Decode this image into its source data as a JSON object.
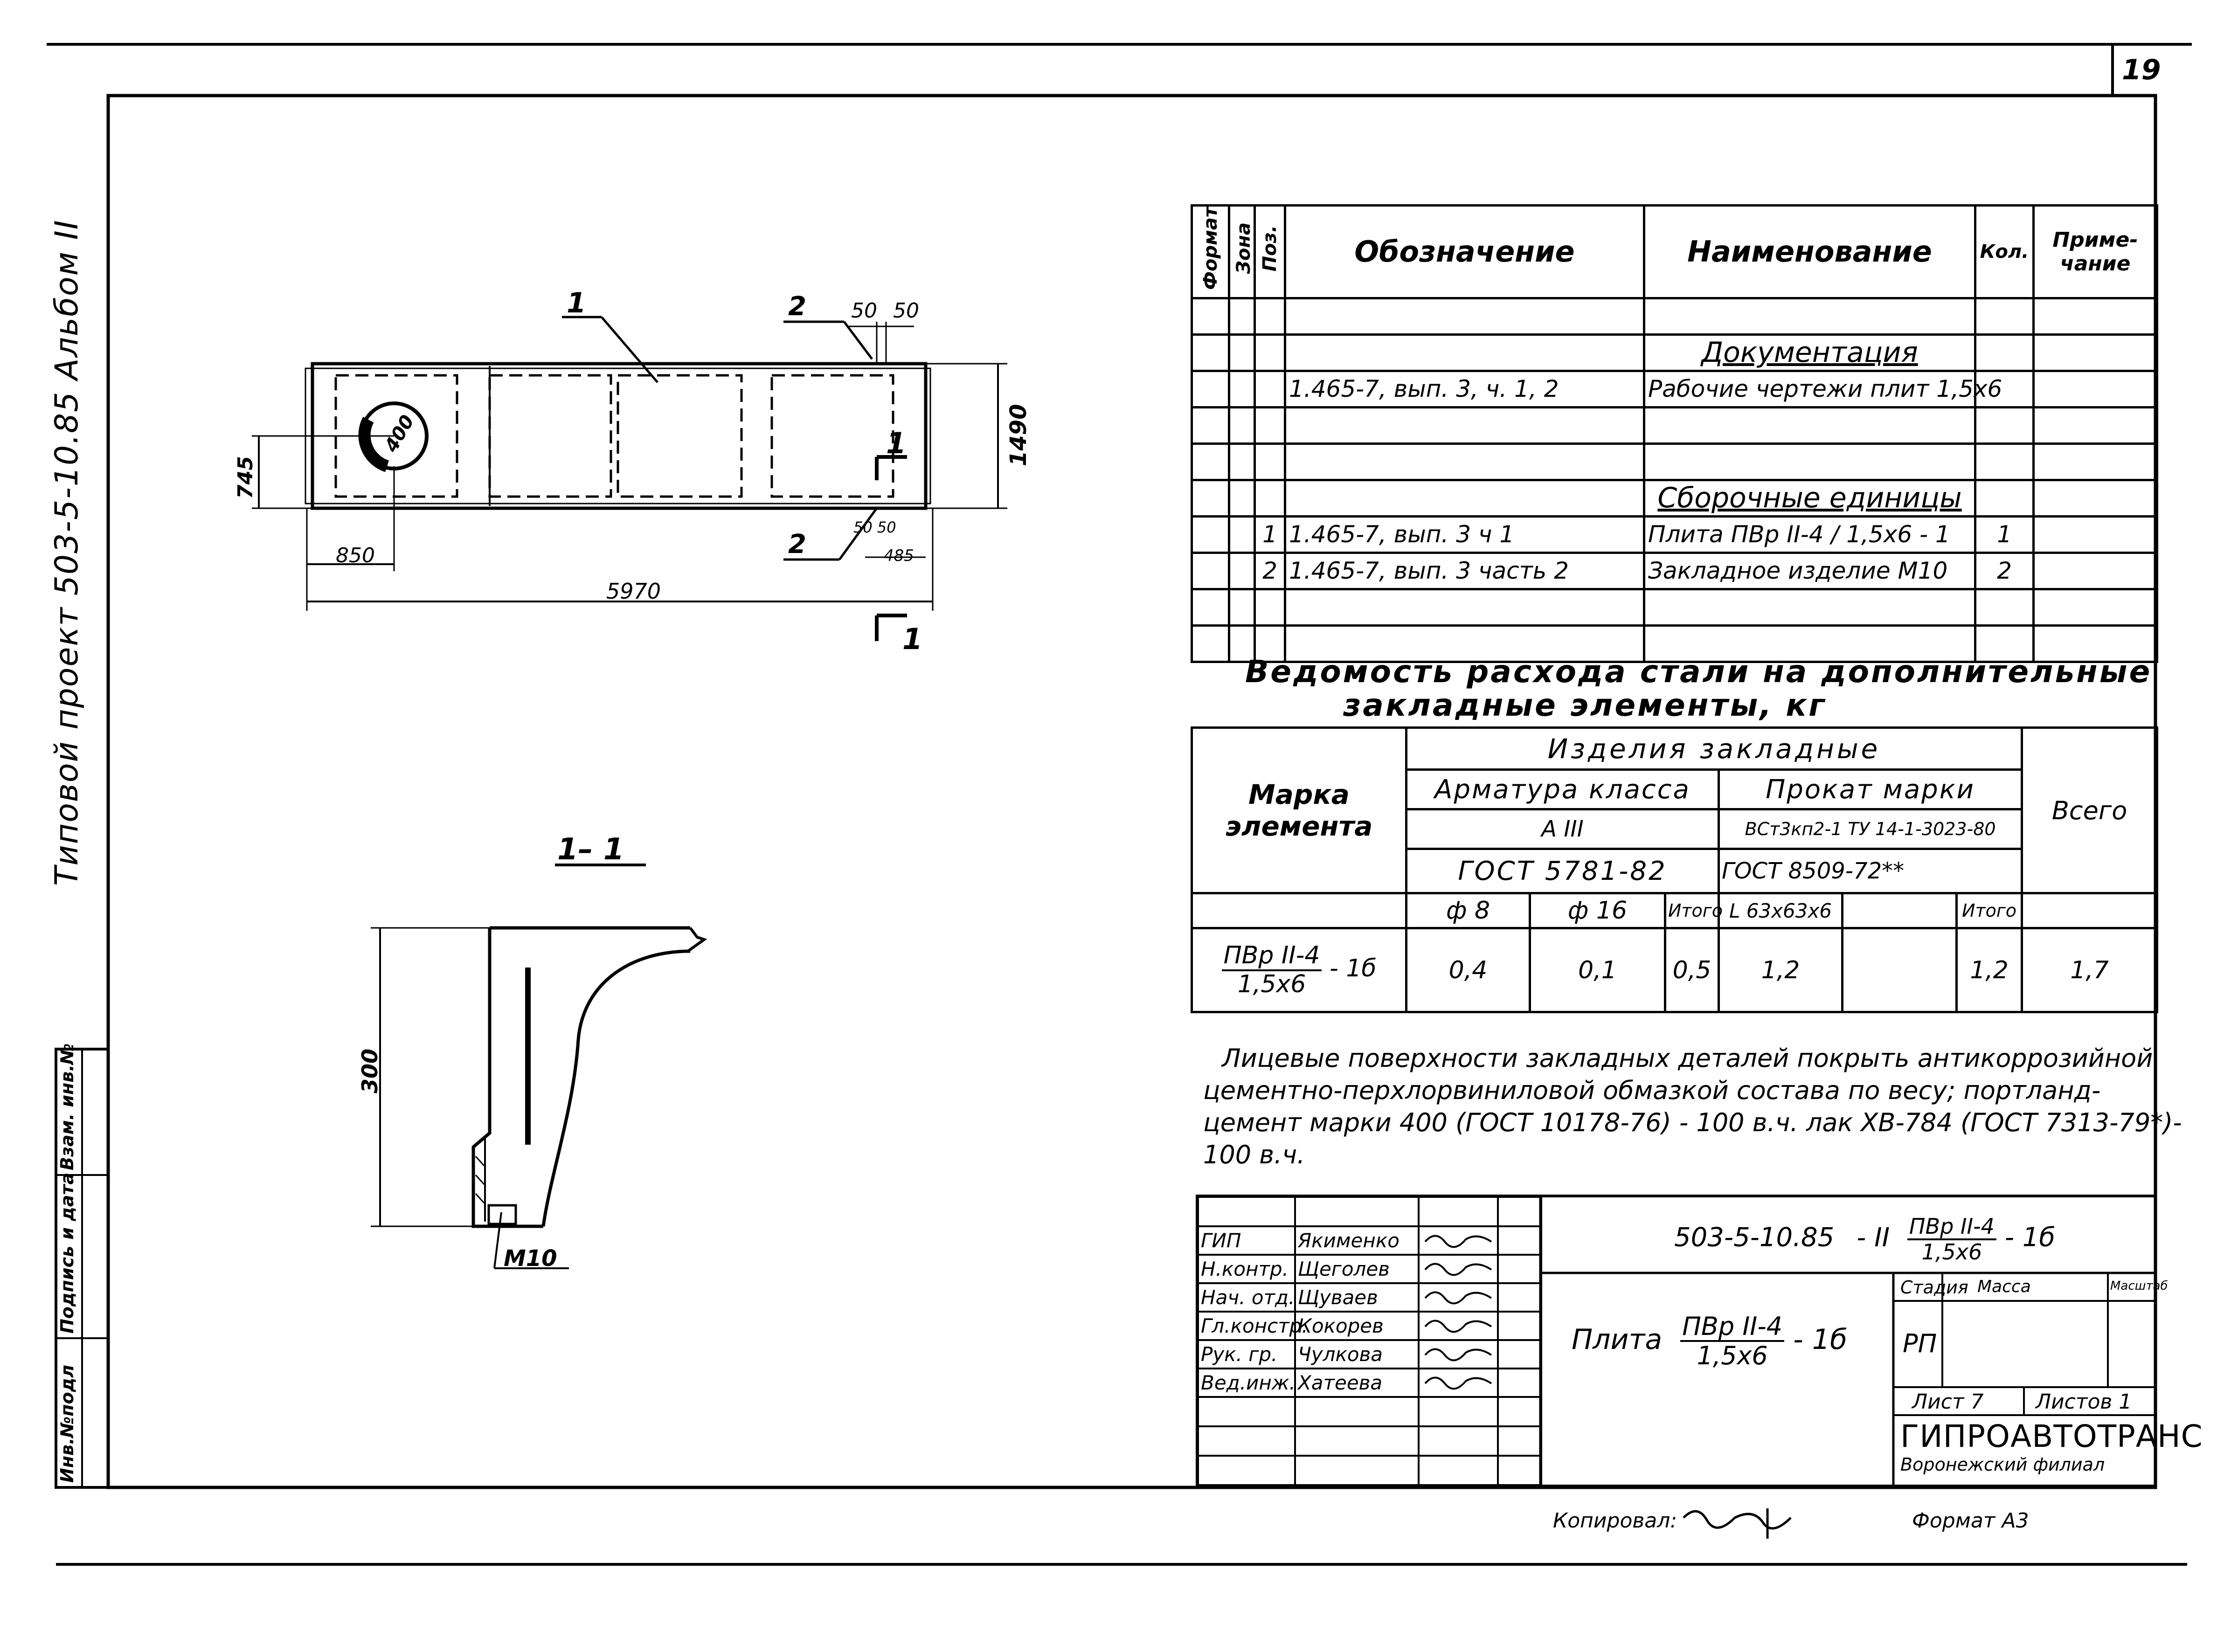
{
  "page_number": "19",
  "side_caption": "Типовой    проект  503-5-10.85   Альбом II",
  "left_stamp": [
    "Инв.№подл",
    "Подпись и дата",
    "Взам. инв.№"
  ],
  "plan": {
    "pos1": "1",
    "pos2_top": "2",
    "pos2_bottom": "2",
    "dim_50a": "50",
    "dim_50b": "50",
    "dim_400": "400",
    "dim_1490": "1490",
    "dim_745": "745",
    "dim_850": "850",
    "dim_5970": "5970",
    "dim_50_small": "50 50",
    "dim_485": "485",
    "section_mark_top": "1",
    "section_mark_bottom": "1"
  },
  "section": {
    "title": "1– 1",
    "dim_300": "300",
    "insert_label": "M10"
  },
  "spec_table": {
    "headers": {
      "format": "Формат",
      "zone": "Зона",
      "pos": "Поз.",
      "designation": "Обозначение",
      "name": "Наименование",
      "qty": "Кол.",
      "note": "Приме-чание"
    },
    "rows": [
      {
        "pos": "",
        "designation": "",
        "name": "",
        "qty": ""
      },
      {
        "pos": "",
        "designation": "",
        "name": "Документация",
        "qty": "",
        "heading": true
      },
      {
        "pos": "",
        "designation": "1.465-7, вып. 3, ч. 1, 2",
        "name": "Рабочие чертежи плит 1,5х6",
        "qty": ""
      },
      {
        "pos": "",
        "designation": "",
        "name": "",
        "qty": ""
      },
      {
        "pos": "",
        "designation": "",
        "name": "",
        "qty": ""
      },
      {
        "pos": "",
        "designation": "",
        "name": "Сборочные единицы",
        "qty": "",
        "heading": true
      },
      {
        "pos": "1",
        "designation": "1.465-7, вып. 3 ч 1",
        "name": "Плита ПВр II-4 / 1,5х6 - 1",
        "qty": "1"
      },
      {
        "pos": "2",
        "designation": "1.465-7, вып. 3 часть 2",
        "name": "Закладное изделие М10",
        "qty": "2"
      },
      {
        "pos": "",
        "designation": "",
        "name": "",
        "qty": ""
      },
      {
        "pos": "",
        "designation": "",
        "name": "",
        "qty": ""
      }
    ]
  },
  "steel": {
    "title_line1": "Ведомость расхода стали на дополнительные",
    "title_line2": "закладные элементы, кг",
    "col_mark": "Марка элемента",
    "group": "Изделия закладные",
    "rebar": "Арматура класса",
    "rebar_class": "A III",
    "rebar_gost": "ГОСТ 5781-82",
    "rolled": "Прокат марки",
    "rolled_grade": "ВСт3кп2-1 ТУ 14-1-3023-80",
    "rolled_gost": "ГОСТ 8509-72**",
    "total": "Всего",
    "sub": [
      "ф 8",
      "ф 16",
      "Итого",
      "L 63х63х6",
      "",
      "Итого"
    ],
    "row_mark_num": "ПВр II-4",
    "row_mark_den": "1,5х6",
    "row_mark_suffix": "- 1б",
    "values": [
      "0,4",
      "0,1",
      "0,5",
      "1,2",
      "",
      "1,2",
      "1,7"
    ]
  },
  "note": [
    "Лицевые поверхности закладных деталей покрыть антикоррозийной",
    "цементно-перхлорвиниловой обмазкой состава по весу; портланд-",
    "цемент марки 400 (ГОСТ 10178-76) - 100 в.ч. лак ХВ-784 (ГОСТ 7313-79*)-",
    "100 в.ч."
  ],
  "title_block": {
    "staff": [
      {
        "role": "ГИП",
        "name": "Якименко"
      },
      {
        "role": "Н.контр.",
        "name": "Щеголев"
      },
      {
        "role": "Нач. отд.",
        "name": "Щуваев"
      },
      {
        "role": "Гл.констр.",
        "name": "Кокорев"
      },
      {
        "role": "Рук. гр.",
        "name": "Чулкова"
      },
      {
        "role": "Вед.инж.",
        "name": "Хатеева"
      }
    ],
    "code": "503-5-10.85",
    "code_suffix": "- II",
    "code_frac_num": "ПВр II-4",
    "code_frac_den": "1,5х6",
    "code_tail": "- 1б",
    "object_word": "Плита",
    "object_num": "ПВр II-4",
    "object_den": "1,5х6",
    "object_tail": "- 1б",
    "stage_h": "Стадия",
    "mass_h": "Масса",
    "scale_h": "Масштаб",
    "stage": "РП",
    "sheet": "Лист 7",
    "sheets": "Листов 1",
    "org": "ГИПРОАВТОТРАНС",
    "branch": "Воронежский филиал"
  },
  "footer": {
    "copied": "Копировал:",
    "format": "Формат А3"
  }
}
